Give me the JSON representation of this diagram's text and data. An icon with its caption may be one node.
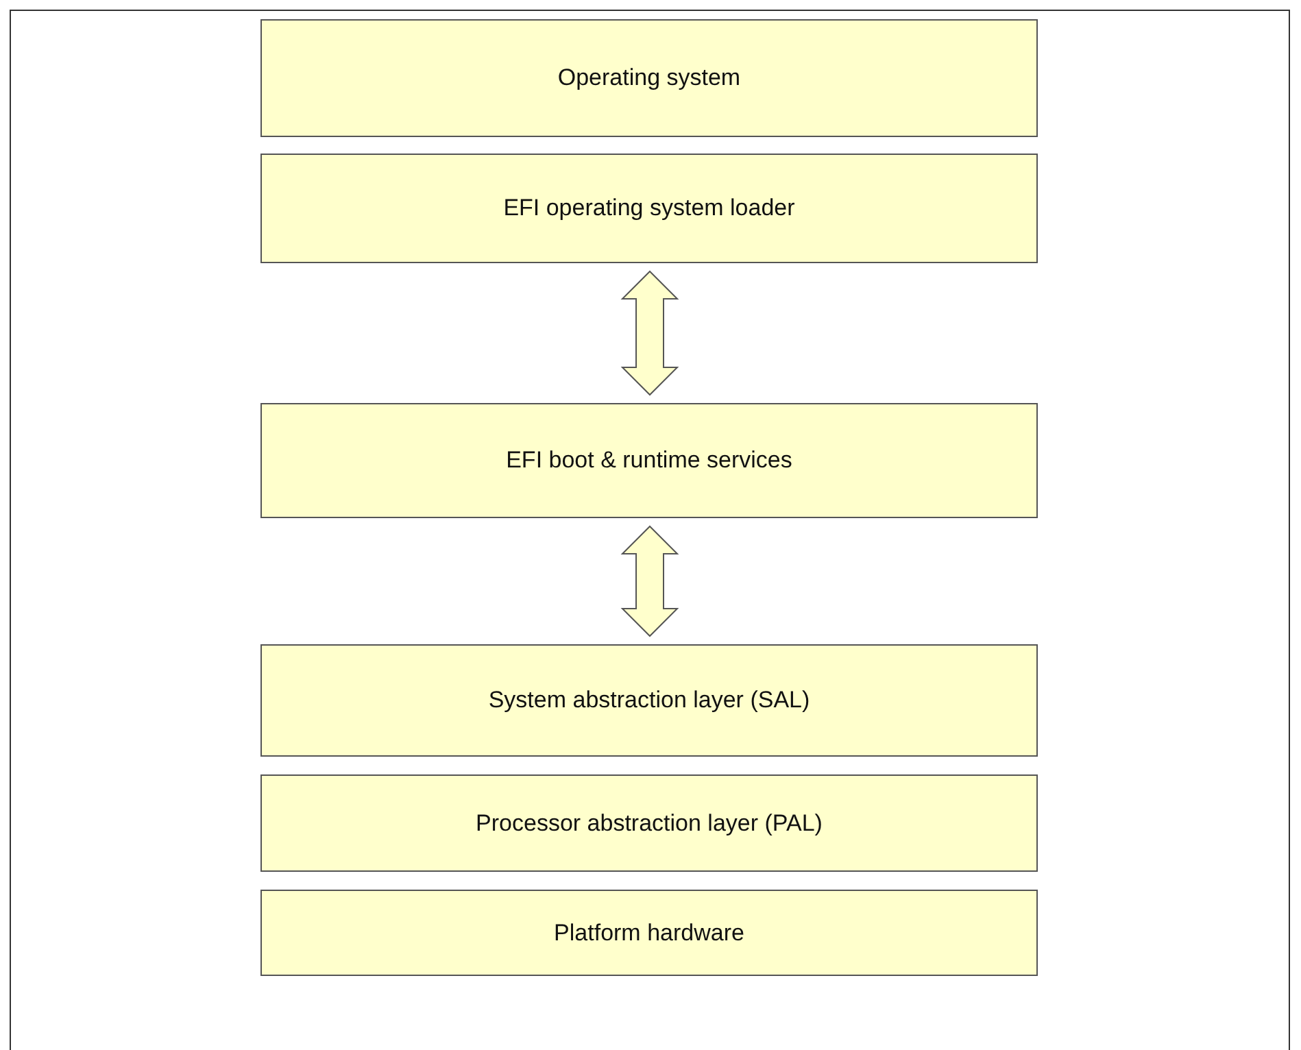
{
  "diagram": {
    "nodes": [
      {
        "text": [
          "Operating system"
        ]
      },
      {
        "text": [
          "EFI operating system loader"
        ]
      },
      {
        "text": [
          "EFI boot & runtime services"
        ]
      },
      {
        "text": [
          "System abstraction layer (SAL)"
        ]
      },
      {
        "text": [
          "Processor abstraction layer (PAL)"
        ]
      },
      {
        "text": [
          "Platform hardware"
        ]
      }
    ],
    "edges": [
      {
        "from": 1,
        "to": 2,
        "arrow": "both"
      },
      {
        "from": 2,
        "to": 3,
        "arrow": "both"
      }
    ]
  }
}
